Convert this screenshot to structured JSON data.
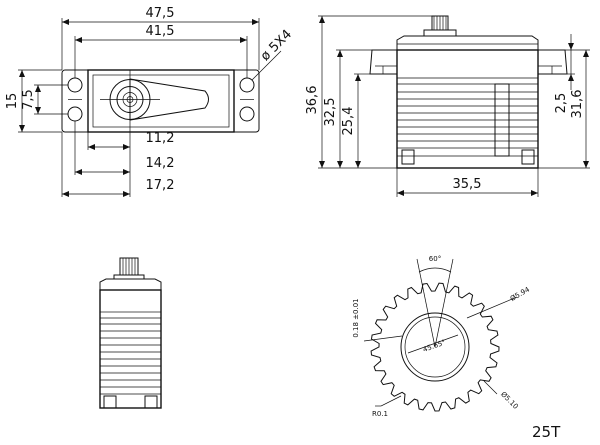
{
  "top_view": {
    "overall_width": "47,5",
    "mount_hole_spacing": "41,5",
    "hole_spec": "ø 5X4",
    "overall_height": "15",
    "hole_row_spacing": "7,5",
    "shaft_offset": "11,2",
    "offset_mid": "14,2",
    "offset_outer": "17,2"
  },
  "side_view": {
    "total_height": "36,6",
    "flange_height": "32,5",
    "case_height": "25,4",
    "flange_thickness": "2,5",
    "mount_height": "31,6",
    "body_length": "35,5"
  },
  "gear_detail": {
    "tooth_angle": "60°",
    "tooth_tolerance": "0.18 ±0.01",
    "outer_diameter": "Ø5.94",
    "inner_diameter": "Ø5.10",
    "pressure_angle": "45.65°",
    "root_radius": "R0.1"
  },
  "spline_label": "25T"
}
